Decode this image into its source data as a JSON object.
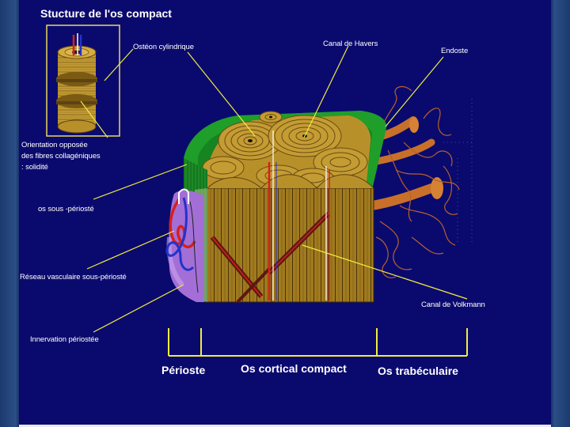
{
  "diagram": {
    "title": "Stucture  de  l'os compact",
    "labels": {
      "osteon": "Ostéon cylindrique",
      "havers": "Canal de Havers",
      "endoste": "Endoste",
      "orientation_1": "Orientation opposée",
      "orientation_2": "des fibres collagéniques",
      "orientation_3": ": solidité",
      "sous_perioste": "os sous -périosté",
      "reseau": "Réseau vasculaire sous-périosté",
      "volkmann": "Canal de Volkmann",
      "innervation": "Innervation périostée"
    },
    "regions": {
      "perioste": "Périoste",
      "cortical": "Os cortical compact",
      "trabeculaire": "Os trabéculaire"
    }
  },
  "colors": {
    "background": "#0a0a6e",
    "bone": "#b8902a",
    "bone_dark": "#5c4310",
    "periosteum_green": "#1f9e2a",
    "periosteum_purple": "#a36fd6",
    "vessel_red": "#d6201c",
    "vessel_blue": "#2233cc",
    "trabecular_orange": "#c8702a",
    "pointer_yellow": "#f0ec40"
  }
}
